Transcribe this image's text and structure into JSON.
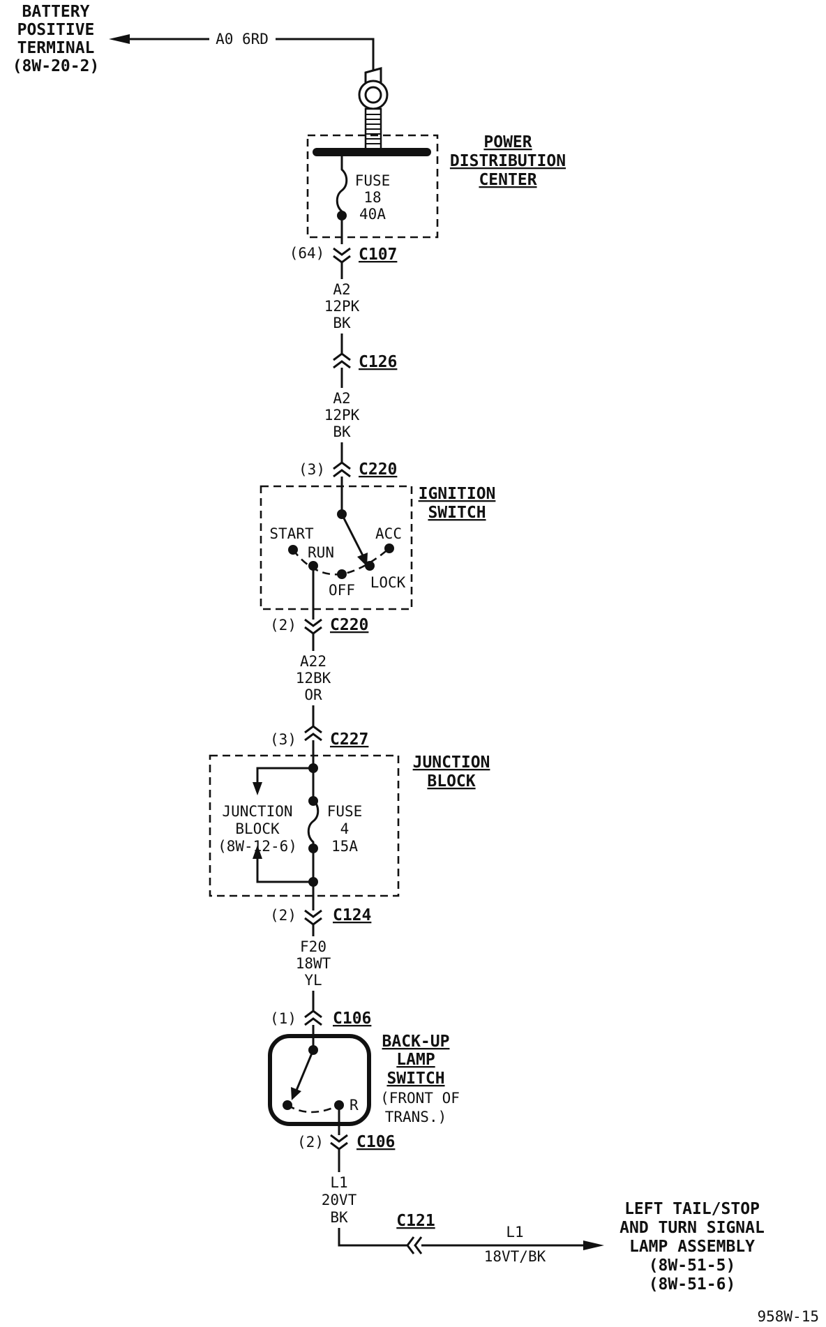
{
  "battery": {
    "line1": "BATTERY",
    "line2": "POSITIVE",
    "line3": "TERMINAL",
    "line4": "(8W-20-2)"
  },
  "wire_a0": "A0 6RD",
  "pdc": {
    "line1": "POWER",
    "line2": "DISTRIBUTION",
    "line3": "CENTER"
  },
  "fuse18": {
    "line1": "FUSE",
    "line2": "18",
    "line3": "40A"
  },
  "c107": {
    "pin": "(64)",
    "name": "C107"
  },
  "wire_a2_1": {
    "line1": "A2",
    "line2": "12PK",
    "line3": "BK"
  },
  "c126": {
    "name": "C126"
  },
  "wire_a2_2": {
    "line1": "A2",
    "line2": "12PK",
    "line3": "BK"
  },
  "c220_top": {
    "pin": "(3)",
    "name": "C220"
  },
  "ignition": {
    "line1": "IGNITION",
    "line2": "SWITCH",
    "start": "START",
    "run": "RUN",
    "acc": "ACC",
    "off": "OFF",
    "lock": "LOCK"
  },
  "c220_bot": {
    "pin": "(2)",
    "name": "C220"
  },
  "wire_a22": {
    "line1": "A22",
    "line2": "12BK",
    "line3": "OR"
  },
  "c227": {
    "pin": "(3)",
    "name": "C227"
  },
  "jb": {
    "line1": "JUNCTION",
    "line2": "BLOCK"
  },
  "jb_ref": {
    "line1": "JUNCTION",
    "line2": "BLOCK",
    "line3": "(8W-12-6)"
  },
  "fuse4": {
    "line1": "FUSE",
    "line2": "4",
    "line3": "15A"
  },
  "c124": {
    "pin": "(2)",
    "name": "C124"
  },
  "wire_f20": {
    "line1": "F20",
    "line2": "18WT",
    "line3": "YL"
  },
  "c106_top": {
    "pin": "(1)",
    "name": "C106"
  },
  "backup": {
    "line1": "BACK-UP",
    "line2": "LAMP",
    "line3": "SWITCH",
    "line4": "(FRONT OF",
    "line5": "TRANS.)",
    "pos_r": "R"
  },
  "c106_bot": {
    "pin": "(2)",
    "name": "C106"
  },
  "wire_l1_1": {
    "line1": "L1",
    "line2": "20VT",
    "line3": "BK"
  },
  "c121": {
    "name": "C121"
  },
  "wire_l1_2": {
    "line1": "L1",
    "line2": "18VT/BK"
  },
  "lamp": {
    "line1": "LEFT TAIL/STOP",
    "line2": "AND TURN SIGNAL",
    "line3": "LAMP ASSEMBLY",
    "line4": "(8W-51-5)",
    "line5": "(8W-51-6)"
  },
  "figure_id": "958W-15"
}
